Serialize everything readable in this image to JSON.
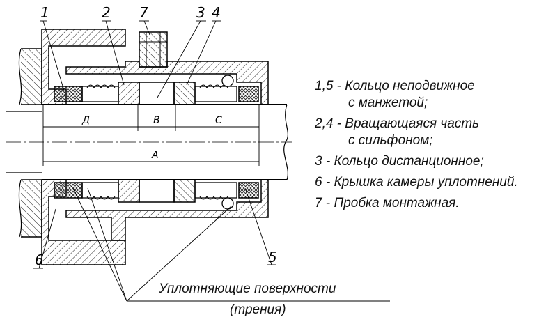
{
  "callouts": [
    "1",
    "2",
    "7",
    "3",
    "4",
    "6",
    "5"
  ],
  "dimensions": {
    "d": "Д",
    "b": "В",
    "c": "С",
    "a": "А"
  },
  "legend": [
    {
      "line1": "1,5 - Кольцо неподвижное",
      "line2": "с манжетой;"
    },
    {
      "line1": "2,4 - Вращающаяся часть",
      "line2": "с сильфоном;"
    },
    {
      "line1": "3 - Кольцо дистанционное;"
    },
    {
      "line1": "6 - Крышка камеры уплотнений."
    },
    {
      "line1": "7 - Пробка монтажная."
    }
  ],
  "caption": {
    "line1": "Уплотняющие поверхности",
    "line2": "(трения)"
  }
}
